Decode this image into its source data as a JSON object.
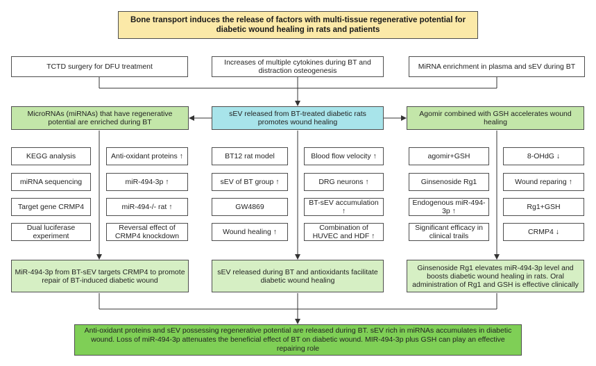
{
  "title": "Bone transport induces the release of factors with multi-tissue regenerative potential for diabetic wound healing in rats and patients",
  "top_row": {
    "left": "TCTD surgery for DFU treatment",
    "center": "Increases of multiple cytokines during BT and distraction osteogenesis",
    "right": "MiRNA enrichment in plasma and sEV during BT"
  },
  "middle_row": {
    "left": "MicroRNAs (miRNAs) that have regenerative potential are enriched during BT",
    "center": "sEV released from BT-treated diabetic rats promotes wound healing",
    "right": "Agomir combined with GSH accelerates wound healing"
  },
  "items": {
    "col1": [
      "KEGG analysis",
      "miRNA sequencing",
      "Target gene CRMP4",
      "Dual luciferase experiment"
    ],
    "col2": [
      "Anti-oxidant proteins ↑",
      "miR-494-3p ↑",
      "miR-494-/- rat ↑",
      "Reversal effect of CRMP4 knockdown"
    ],
    "col3": [
      "BT12 rat model",
      "sEV of BT group ↑",
      "GW4869",
      "Wound healing ↑"
    ],
    "col4": [
      "Blood flow velocity ↑",
      "DRG neurons ↑",
      "BT-sEV accumulation ↑",
      "Combination of HUVEC and HDF ↑"
    ],
    "col5": [
      "agomir+GSH",
      "Ginsenoside Rg1",
      "Endogenous miR-494-3p ↑",
      "Significant efficacy in clinical trails"
    ],
    "col6": [
      "8-OHdG ↓",
      "Wound reparing ↑",
      "Rg1+GSH",
      "CRMP4 ↓"
    ]
  },
  "results": {
    "left": "MiR-494-3p from BT-sEV targets CRMP4 to promote repair of BT-induced diabetic wound",
    "center": "sEV released during BT and antioxidants facilitate diabetic wound healing",
    "right": "Ginsenoside Rg1 elevates miR-494-3p level and boosts diabetic wound healing in rats. Oral administration of Rg1 and GSH is effective clinically"
  },
  "conclusion": "Anti-oxidant proteins and sEV possessing regenerative potential are released during BT. sEV rich in miRNAs accumulates in diabetic wound. Loss of miR-494-3p attenuates the beneficial effect of BT on diabetic wound. MIR-494-3p plus GSH can play an effective repairing role"
}
